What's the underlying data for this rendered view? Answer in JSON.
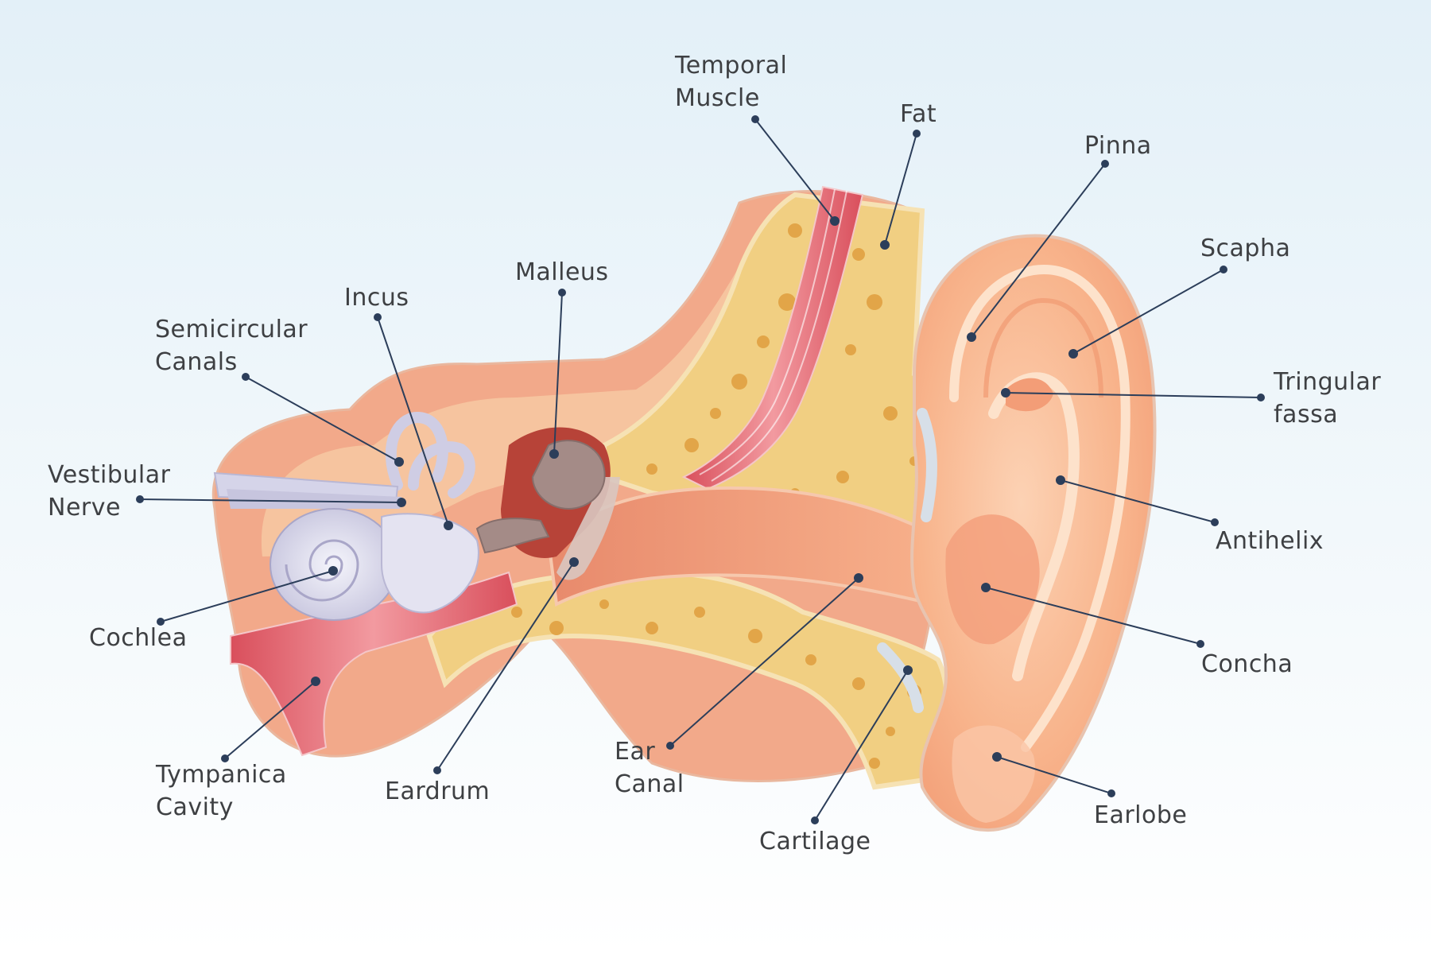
{
  "labels": {
    "temporal_muscle": [
      "Temporal",
      "Muscle"
    ],
    "fat": [
      "Fat"
    ],
    "pinna": [
      "Pinna"
    ],
    "scapha": [
      "Scapha"
    ],
    "tringular_fassa": [
      "Tringular",
      "fassa"
    ],
    "antihelix": [
      "Antihelix"
    ],
    "concha": [
      "Concha"
    ],
    "earlobe": [
      "Earlobe"
    ],
    "cartilage": [
      "Cartilage"
    ],
    "ear_canal": [
      "Ear",
      "Canal"
    ],
    "eardrum": [
      "Eardrum"
    ],
    "tympanica_cavity": [
      "Tympanica",
      "Cavity"
    ],
    "cochlea": [
      "Cochlea"
    ],
    "vestibular_nerve": [
      "Vestibular",
      "Nerve"
    ],
    "semicircular_canals": [
      "Semicircular",
      "Canals"
    ],
    "incus": [
      "Incus"
    ],
    "malleus": [
      "Malleus"
    ]
  },
  "colors": {
    "leader_line": "#2c3e5a",
    "skin": "#f6b48d",
    "bone": "#f1cf82",
    "muscle": "#e56a72",
    "inner_ear": "#d9d9ec"
  }
}
